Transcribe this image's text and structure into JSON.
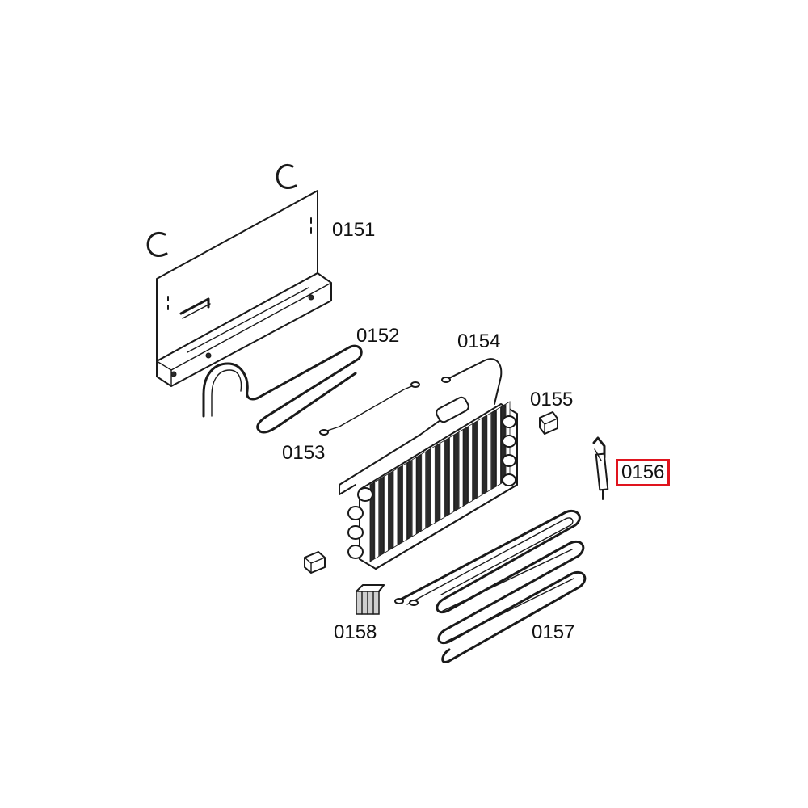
{
  "colors": {
    "line": "#1a1a1a",
    "highlight": "#e0141e",
    "background": "#ffffff"
  },
  "labels": {
    "p0151": "0151",
    "p0152": "0152",
    "p0153": "0153",
    "p0154": "0154",
    "p0155": "0155",
    "p0156": "0156",
    "p0157": "0157",
    "p0158": "0158"
  },
  "highlighted_part": "0156"
}
